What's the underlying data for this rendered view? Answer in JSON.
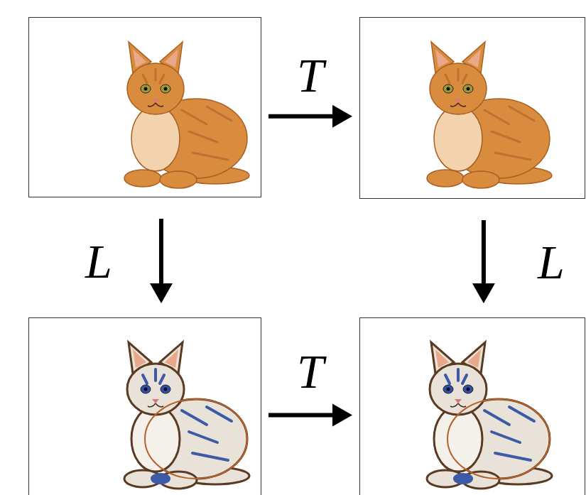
{
  "diagram": {
    "nodes": [
      {
        "text": []
      },
      {
        "text": []
      },
      {
        "text": []
      },
      {
        "text": []
      }
    ],
    "edges": [
      {
        "from": 0,
        "to": 1,
        "label": "T",
        "arrow": "to"
      },
      {
        "from": 0,
        "to": 2,
        "label": "L",
        "arrow": "to"
      },
      {
        "from": 1,
        "to": 3,
        "label": "L",
        "arrow": "to"
      },
      {
        "from": 2,
        "to": 3,
        "label": "T",
        "arrow": "to"
      }
    ]
  }
}
